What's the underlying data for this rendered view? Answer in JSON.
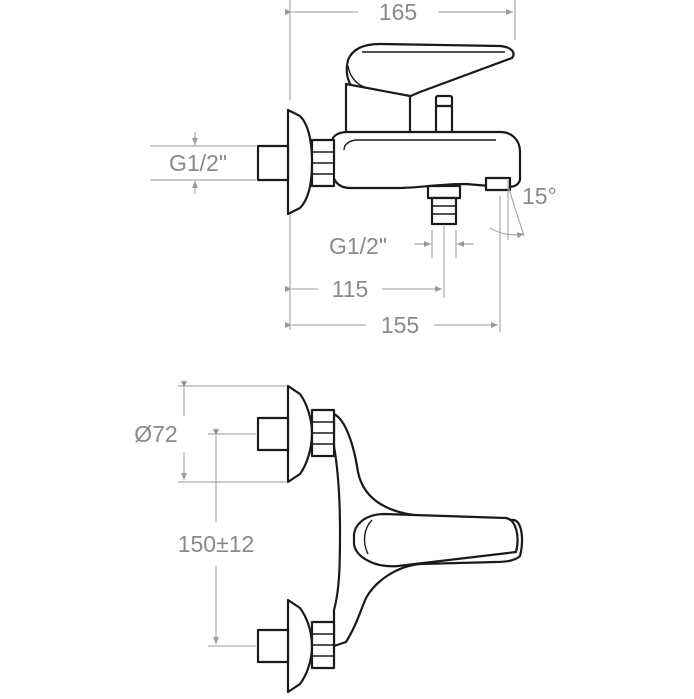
{
  "dimensions": {
    "top_width": "165",
    "inlet_thread": "G1/2\"",
    "outlet_thread": "G1/2\"",
    "spout_angle": "15°",
    "depth_to_outlet": "115",
    "total_depth": "155",
    "flange_diameter": "Ø72",
    "center_distance": "150±12"
  },
  "colors": {
    "outline": "#1a1a1a",
    "dimension_text": "#8a8a8a",
    "dimension_line": "#9a9a9a",
    "background": "#ffffff"
  }
}
